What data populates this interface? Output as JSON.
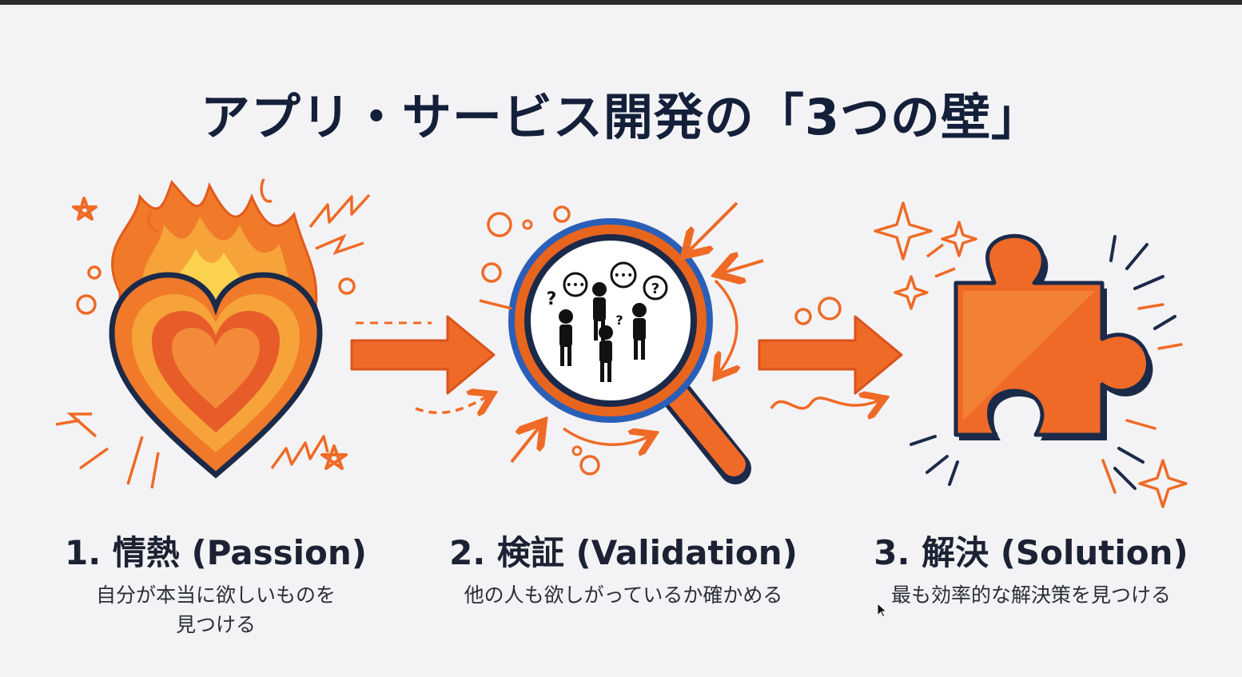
{
  "slide": {
    "title": "アプリ・サービス開発の「3つの壁」",
    "steps": [
      {
        "heading": "1. 情熱 (Passion)",
        "description": "自分が本当に欲しいものを見つける",
        "icon": "burning-heart-icon"
      },
      {
        "heading": "2. 検証 (Validation)",
        "description": "他の人も欲しがっているか確かめる",
        "icon": "magnifying-glass-people-icon"
      },
      {
        "heading": "3. 解決 (Solution)",
        "description": "最も効率的な解決策を見つける",
        "icon": "puzzle-piece-icon"
      }
    ]
  },
  "colors": {
    "accent": "#ef6a26",
    "navy": "#14203a",
    "background": "#f3f3f5"
  }
}
